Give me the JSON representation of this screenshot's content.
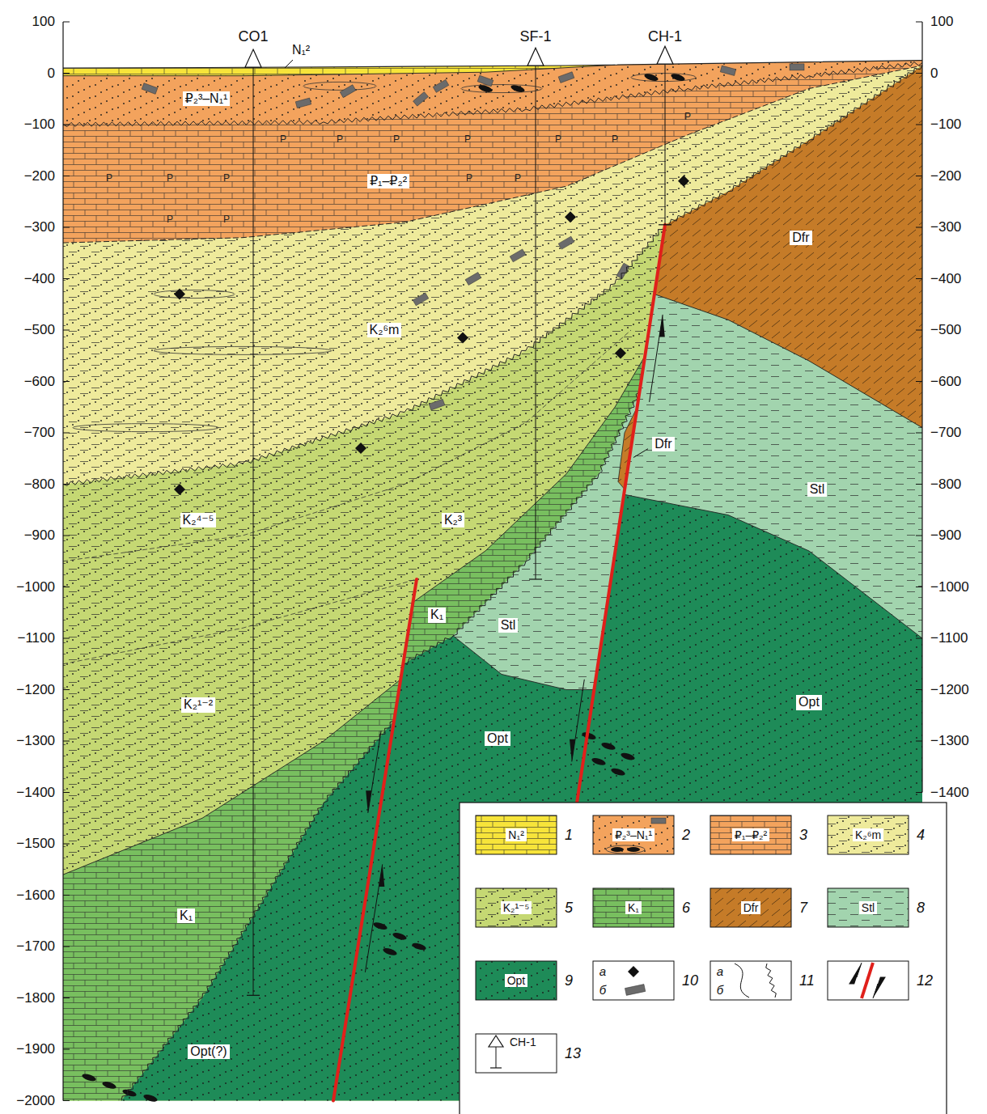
{
  "diagram": {
    "labels": [
      "100",
      "0",
      "−100",
      "−200",
      "−300",
      "−400",
      "−500",
      "−600",
      "−700",
      "−800",
      "−900",
      "−1000",
      "−1100",
      "−1200",
      "−1300",
      "−1400",
      "−1500",
      "−1600",
      "−1700",
      "−1800",
      "−1900",
      "−2000",
      "100",
      "0",
      "−100",
      "−200",
      "−300",
      "−400",
      "−500",
      "−600",
      "−700",
      "−800",
      "−900",
      "−1000",
      "−1100",
      "−1200",
      "−1300",
      "−1400",
      "CO1",
      "SF-1",
      "CH-1",
      "N₁²",
      "₽₂³–N₁¹",
      "₽₁–₽₂²",
      "K₂⁶m",
      "K₂⁴⁻⁵",
      "K₂³",
      "K₁",
      "Stl",
      "Dfr",
      "Dfr",
      "Stl",
      "K₂¹⁻²",
      "Opt",
      "Opt",
      "K₁",
      "Opt(?)",
      "P",
      "P",
      "P",
      "P",
      "P",
      "P",
      "P",
      "P",
      "P",
      "P",
      "P",
      "P",
      "P",
      "P",
      "N₁²",
      "₽₂³–N₁¹",
      "₽₁–₽₂²",
      "K₂⁶m",
      "K₂¹⁻⁵",
      "K₁",
      "Dfr",
      "Stl",
      "Opt",
      "а",
      "б",
      "а",
      "б",
      "CH-1"
    ],
    "legend": [
      {
        "text": "1",
        "color": "#f7e43a"
      },
      {
        "text": "2",
        "color": "#f3a35d"
      },
      {
        "text": "3",
        "color": "#f3a35d"
      },
      {
        "text": "4",
        "color": "#eeea9b"
      },
      {
        "text": "5",
        "color": "#c5d873"
      },
      {
        "text": "6",
        "color": "#78bf5f"
      },
      {
        "text": "7",
        "color": "#c57b28"
      },
      {
        "text": "8",
        "color": "#a2d4ae"
      },
      {
        "text": "9",
        "color": "#1e8b58"
      },
      {
        "text": "10"
      },
      {
        "text": "11"
      },
      {
        "text": "12"
      },
      {
        "text": "13"
      }
    ]
  }
}
